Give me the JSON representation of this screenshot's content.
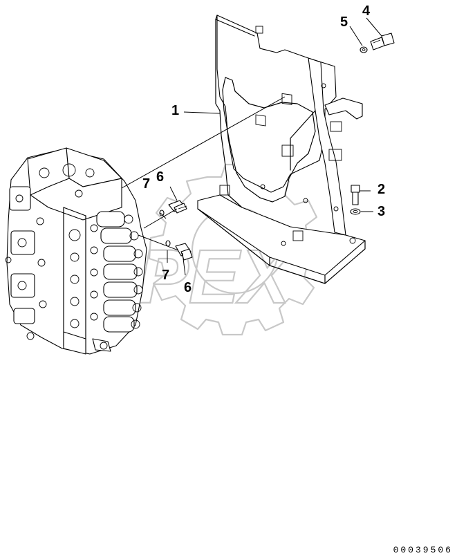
{
  "callouts": {
    "c1": "1",
    "c2": "2",
    "c3": "3",
    "c4": "4",
    "c5": "5",
    "c6a": "6",
    "c7a": "7",
    "c7b": "7",
    "c6b": "6"
  },
  "watermark": {
    "text": "APEX"
  },
  "document_number": "00039506"
}
